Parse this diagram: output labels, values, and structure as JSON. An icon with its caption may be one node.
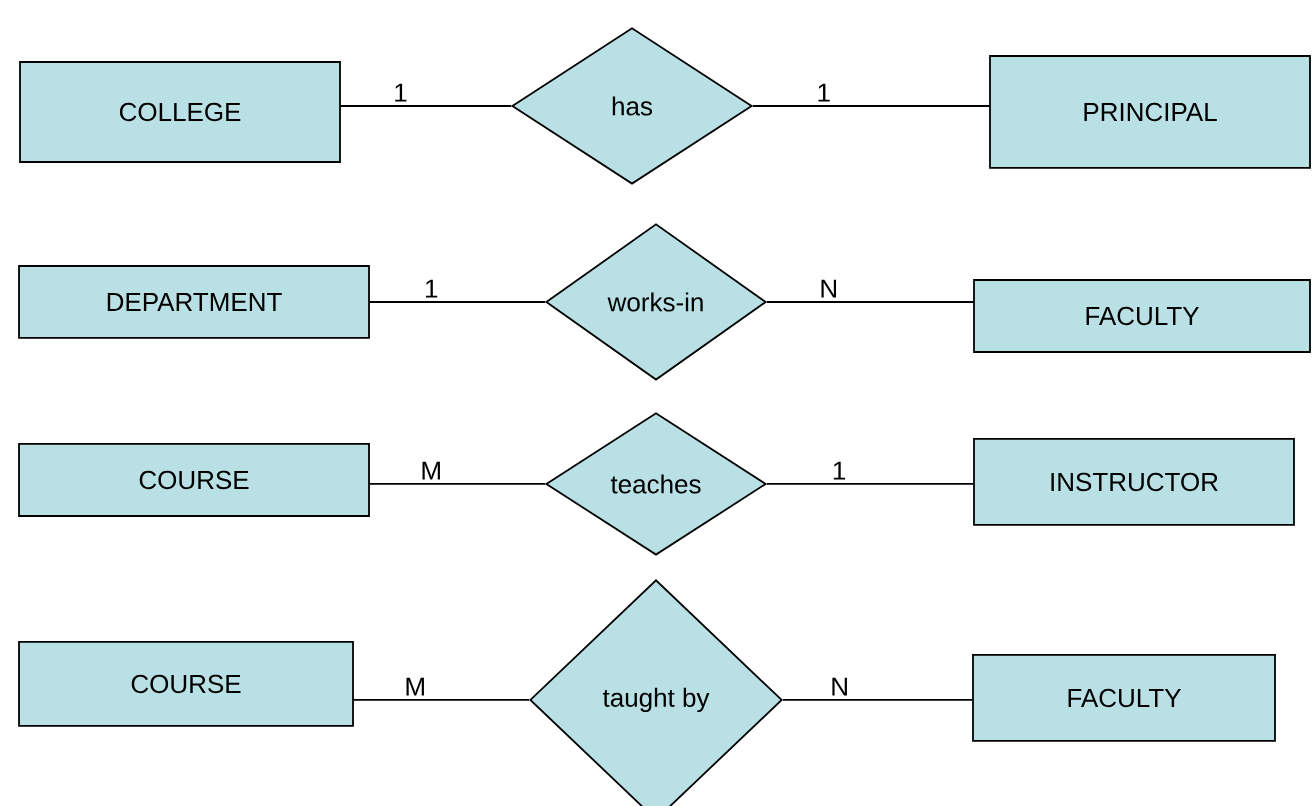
{
  "diagram": {
    "nodes": [
      {
        "text": [
          "COLLEGE"
        ]
      },
      {
        "text": [
          "has"
        ]
      },
      {
        "text": [
          "PRINCIPAL"
        ]
      },
      {
        "text": [
          "DEPARTMENT"
        ]
      },
      {
        "text": [
          "works-in"
        ]
      },
      {
        "text": [
          "FACULTY"
        ]
      },
      {
        "text": [
          "COURSE"
        ]
      },
      {
        "text": [
          "teaches"
        ]
      },
      {
        "text": [
          "INSTRUCTOR"
        ]
      },
      {
        "text": [
          "COURSE"
        ]
      },
      {
        "text": [
          "taught by"
        ]
      },
      {
        "text": [
          "FACULTY"
        ]
      }
    ],
    "edges": [
      {
        "from": 0,
        "to": 1,
        "arrow": "none",
        "label": "1"
      },
      {
        "from": 1,
        "to": 2,
        "arrow": "none",
        "label": "1"
      },
      {
        "from": 3,
        "to": 4,
        "arrow": "none",
        "label": "1"
      },
      {
        "from": 4,
        "to": 5,
        "arrow": "none",
        "label": "N"
      },
      {
        "from": 6,
        "to": 7,
        "arrow": "none",
        "label": "M"
      },
      {
        "from": 7,
        "to": 8,
        "arrow": "none",
        "label": "1"
      },
      {
        "from": 9,
        "to": 10,
        "arrow": "none",
        "label": "M"
      },
      {
        "from": 10,
        "to": 11,
        "arrow": "none",
        "label": "N"
      }
    ]
  }
}
